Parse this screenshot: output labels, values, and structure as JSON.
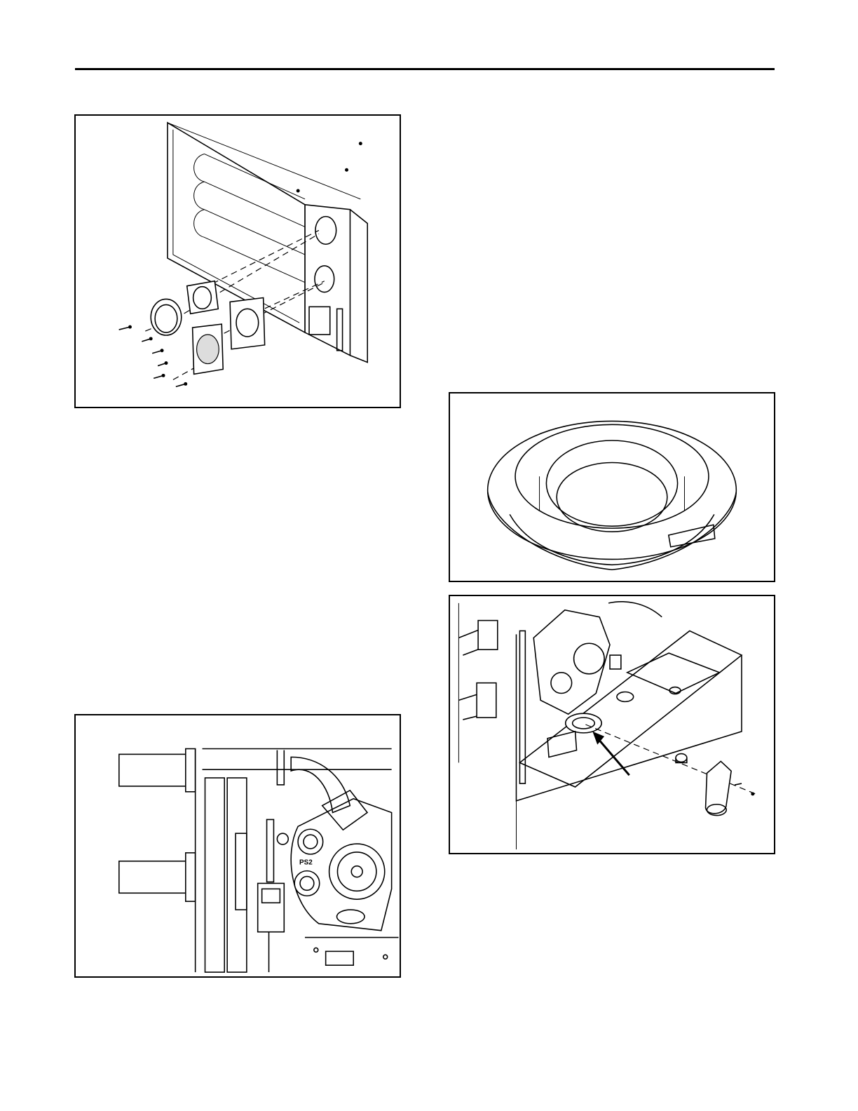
{
  "page": {
    "figures": [
      {
        "id": "fig-a",
        "subject": "exploded-vent-assembly"
      },
      {
        "id": "fig-b",
        "subject": "grommet-ring"
      },
      {
        "id": "fig-c",
        "subject": "cabinet-bottom-drain"
      },
      {
        "id": "fig-d",
        "subject": "unit-internal-components"
      }
    ],
    "labels": {
      "ps2": "PS2"
    }
  }
}
